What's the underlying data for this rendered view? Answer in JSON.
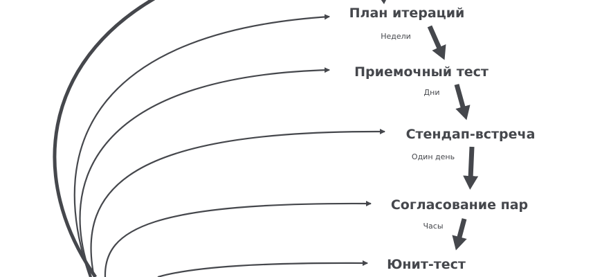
{
  "nodes": [
    {
      "label": "План итераций"
    },
    {
      "label": "Приемочный тест"
    },
    {
      "label": "Стендап-встреча"
    },
    {
      "label": "Согласование пар"
    },
    {
      "label": "Юнит-тест"
    }
  ],
  "edge_labels": [
    "Недели",
    "Дни",
    "Один день",
    "Часы"
  ],
  "colors": {
    "ink": "#45474c"
  }
}
